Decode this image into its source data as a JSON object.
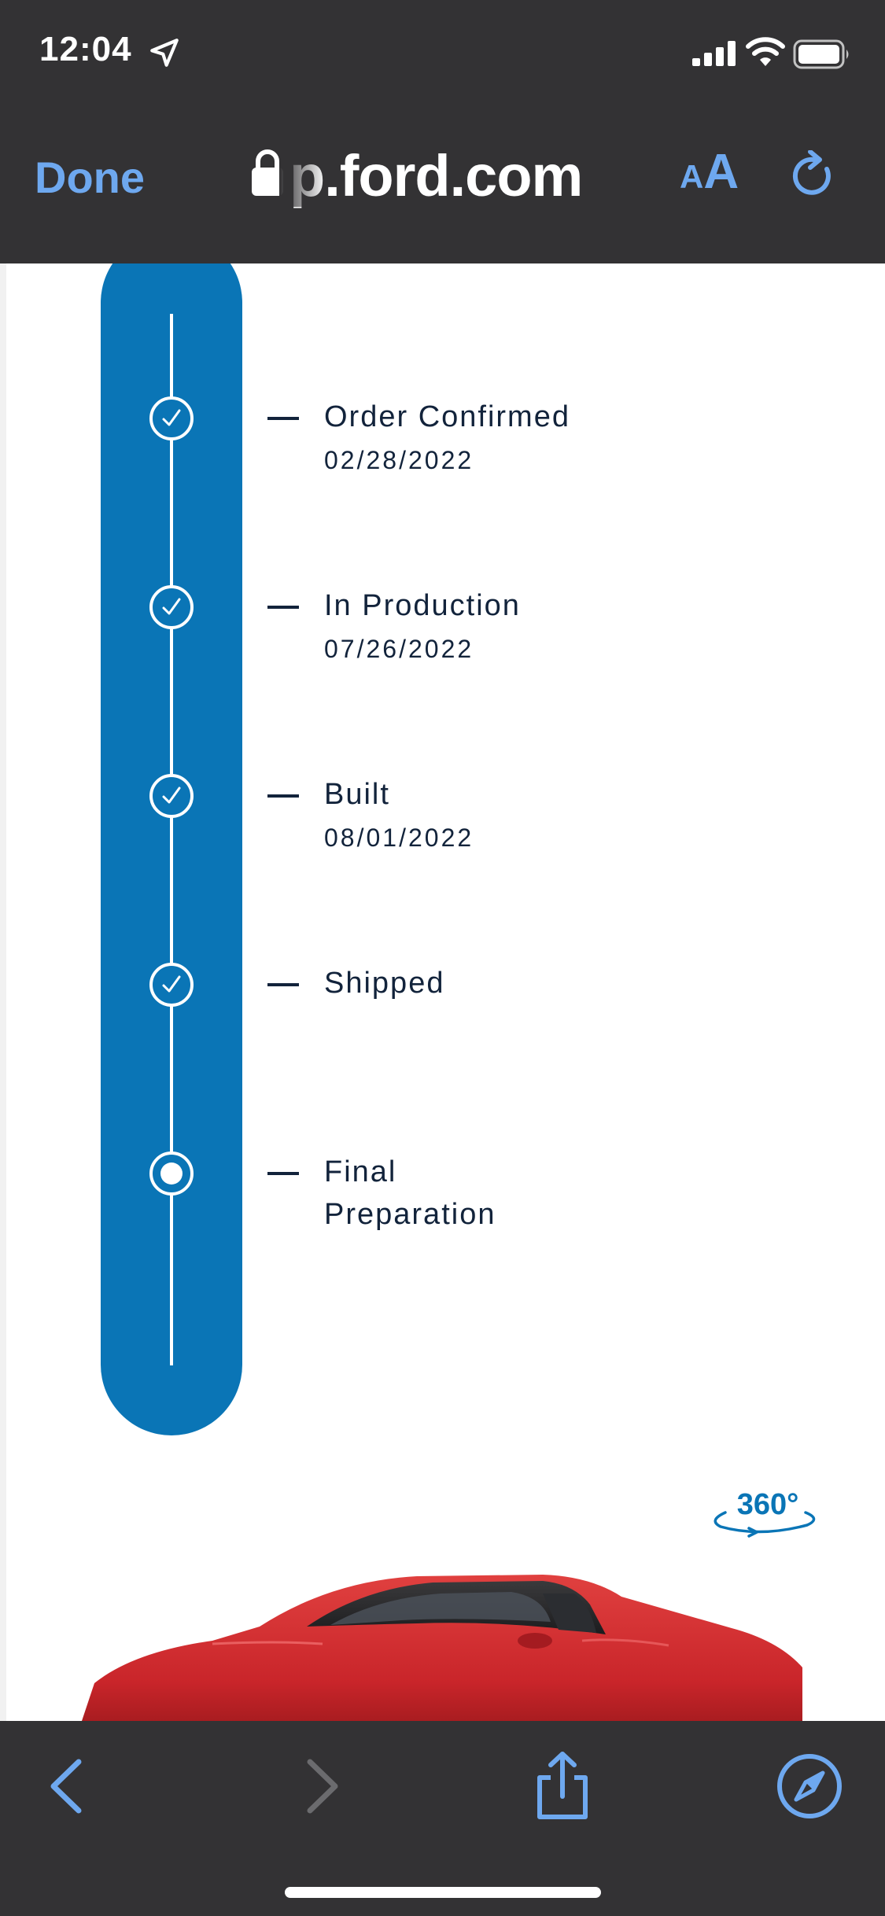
{
  "status_bar": {
    "time": "12:04"
  },
  "browser": {
    "done_label": "Done",
    "url": "p.ford.com",
    "text_size_label_small": "A",
    "text_size_label_large": "A"
  },
  "timeline": {
    "steps": [
      {
        "title": "Order Confirmed",
        "date": "02/28/2022",
        "status": "complete"
      },
      {
        "title": "In Production",
        "date": "07/26/2022",
        "status": "complete"
      },
      {
        "title": "Built",
        "date": "08/01/2022",
        "status": "complete"
      },
      {
        "title": "Shipped",
        "date": "",
        "status": "complete"
      },
      {
        "title": "Final Preparation",
        "date": "",
        "status": "current"
      }
    ]
  },
  "viewer": {
    "label_360": "360°"
  },
  "colors": {
    "timeline_blue": "#0a75b6",
    "accent_link": "#6ea8ef",
    "text_navy": "#12233b",
    "chrome_dark": "#333234",
    "car_red": "#c9252a"
  },
  "icons": [
    "location-arrow-icon",
    "signal-icon",
    "wifi-icon",
    "battery-icon",
    "lock-icon",
    "reload-icon",
    "check-icon",
    "rotate-360-icon",
    "back-icon",
    "forward-icon",
    "share-icon",
    "compass-icon"
  ]
}
